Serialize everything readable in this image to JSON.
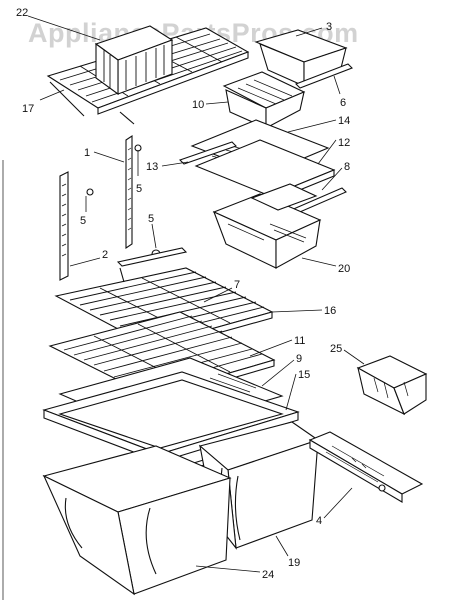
{
  "watermark": "AppliancePartsPros.com",
  "callouts": [
    "22",
    "3",
    "17",
    "6",
    "10",
    "14",
    "12",
    "1",
    "13",
    "8",
    "5",
    "5",
    "5",
    "2",
    "20",
    "7",
    "16",
    "11",
    "25",
    "9",
    "15",
    "4",
    "19",
    "24"
  ]
}
